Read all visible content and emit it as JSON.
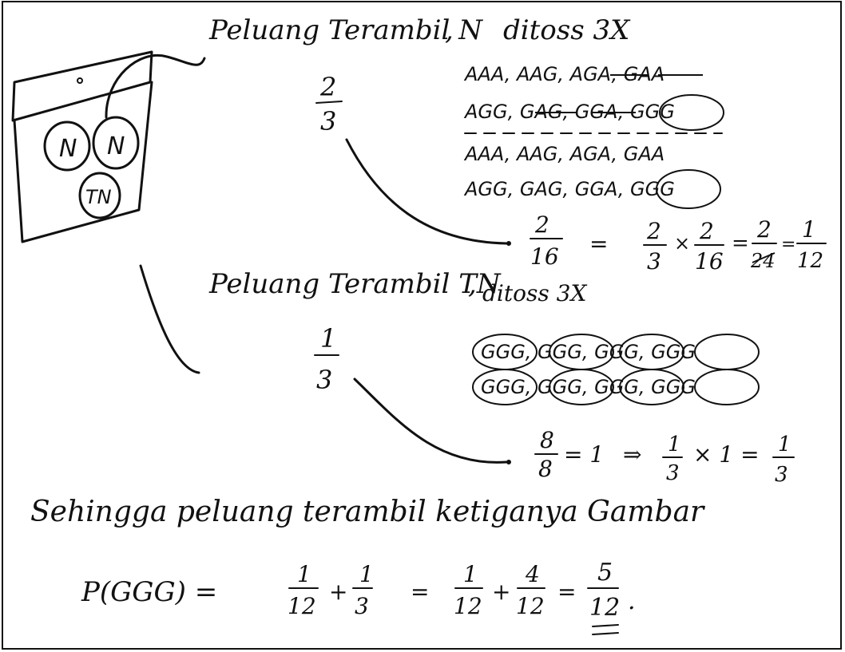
{
  "bag": {
    "ball_1": "N",
    "ball_2": "N",
    "ball_3": "TN"
  },
  "case_n": {
    "title": "Peluang Terambil N",
    "comma": ",",
    "toss": "ditoss 3X",
    "prob_num": "2",
    "prob_den": "3",
    "outcomes_row_1": "AAA, AAG, AGA, GAA",
    "outcomes_row_2": "AGG, GAG, GGA, GGG",
    "outcomes_row_3": "AAA, AAG, AGA, GAA",
    "outcomes_row_4": "AGG, GAG, GGA, GGG",
    "result_num": "2",
    "result_den": "16",
    "eq_1": "=",
    "f1_num": "2",
    "f1_den": "3",
    "times": "×",
    "f2_num": "2",
    "f2_den": "16",
    "eq_2": "=",
    "f3_num": "2",
    "f3_den": "24",
    "eq_3": "=",
    "f4_num": "1",
    "f4_den": "12"
  },
  "case_tn": {
    "title": "Peluang Terambil TN",
    "comma": ",",
    "toss": "ditoss 3X",
    "prob_num": "1",
    "prob_den": "3",
    "outcomes_row_1": "GGG, GGG, GGG, GGG",
    "outcomes_row_2": "GGG, GGG, GGG, GGG",
    "result_num": "8",
    "result_den": "8",
    "eq_1": "= 1",
    "arrow": "⇒",
    "f1_num": "1",
    "f1_den": "3",
    "times_one": "× 1 =",
    "f2_num": "1",
    "f2_den": "3"
  },
  "conclusion": {
    "sentence": "Sehingga peluang terambil ketiganya Gambar",
    "p_label": "P(GGG) =",
    "a_num": "1",
    "a_den": "12",
    "plus_1": "+",
    "b_num": "1",
    "b_den": "3",
    "eq_1": "=",
    "c_num": "1",
    "c_den": "12",
    "plus_2": "+",
    "d_num": "4",
    "d_den": "12",
    "eq_2": "=",
    "e_num": "5",
    "e_den": "12",
    "dot": "."
  }
}
